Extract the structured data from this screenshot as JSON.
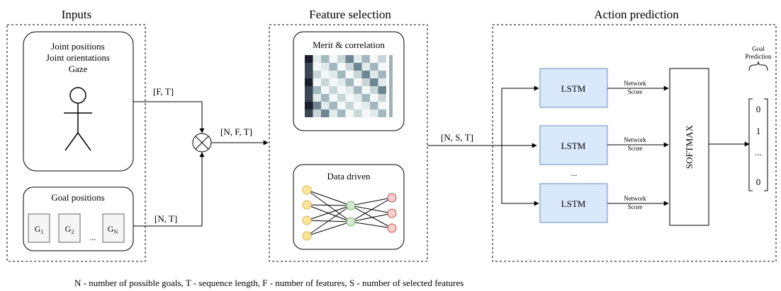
{
  "sections": {
    "inputs": "Inputs",
    "feature_selection": "Feature selection",
    "action_prediction": "Action prediction"
  },
  "inputs": {
    "joint_line1": "Joint positions",
    "joint_line2": "Joint orientations",
    "joint_line3": "Gaze",
    "goal_title": "Goal positions",
    "goal_g1": "G",
    "goal_g1_sub": "1",
    "goal_g2": "G",
    "goal_g2_sub": "2",
    "goal_ellipsis": "...",
    "goal_gn": "G",
    "goal_gn_sub": "N"
  },
  "edges": {
    "ft": "[F, T]",
    "nt": "[N, T]",
    "nft": "[N, F, T]",
    "nst": "[N, S, T]"
  },
  "feature_selection": {
    "merit_title": "Merit & correlation",
    "data_title": "Data driven"
  },
  "action_prediction": {
    "lstm_label": "LSTM",
    "network_score_1": "Network",
    "network_score_2": "Score",
    "lstm_ellipsis": "...",
    "softmax": "SOFTMAX",
    "goal_prediction_1": "Goal",
    "goal_prediction_2": "Prediction",
    "vector": [
      "0",
      "1",
      "...",
      "0"
    ]
  },
  "footnote": "N - number of possible goals, T - sequence length, F - number of features, S - number of selected features",
  "colors": {
    "lstm_fill": "#dae8fc",
    "lstm_stroke": "#6c8ebf",
    "node_yellow": "#ffe599",
    "node_yellow_stroke": "#d6b656",
    "node_green": "#d5e8d4",
    "node_green_stroke": "#82b366",
    "node_red": "#f8cecc",
    "node_red_stroke": "#b85450",
    "goal_box_fill": "#f5f5f5",
    "goal_box_stroke": "#666666"
  }
}
